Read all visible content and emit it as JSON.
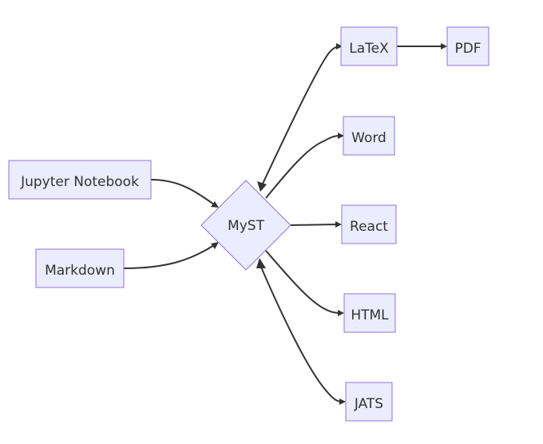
{
  "diagram": {
    "type": "flowchart",
    "colors": {
      "node_fill": "#ECECFF",
      "node_stroke": "#9370DB",
      "edge": "#333333",
      "text": "#333333"
    },
    "nodes": {
      "jupyter": "Jupyter Notebook",
      "markdown": "Markdown",
      "myst": "MyST",
      "latex": "LaTeX",
      "pdf": "PDF",
      "word": "Word",
      "react": "React",
      "html": "HTML",
      "jats": "JATS"
    },
    "edges": [
      {
        "from": "jupyter",
        "to": "myst"
      },
      {
        "from": "markdown",
        "to": "myst"
      },
      {
        "from": "myst",
        "to": "latex",
        "bidirectional": true
      },
      {
        "from": "latex",
        "to": "pdf"
      },
      {
        "from": "myst",
        "to": "word"
      },
      {
        "from": "myst",
        "to": "react"
      },
      {
        "from": "myst",
        "to": "html"
      },
      {
        "from": "myst",
        "to": "jats",
        "bidirectional": true
      }
    ]
  }
}
